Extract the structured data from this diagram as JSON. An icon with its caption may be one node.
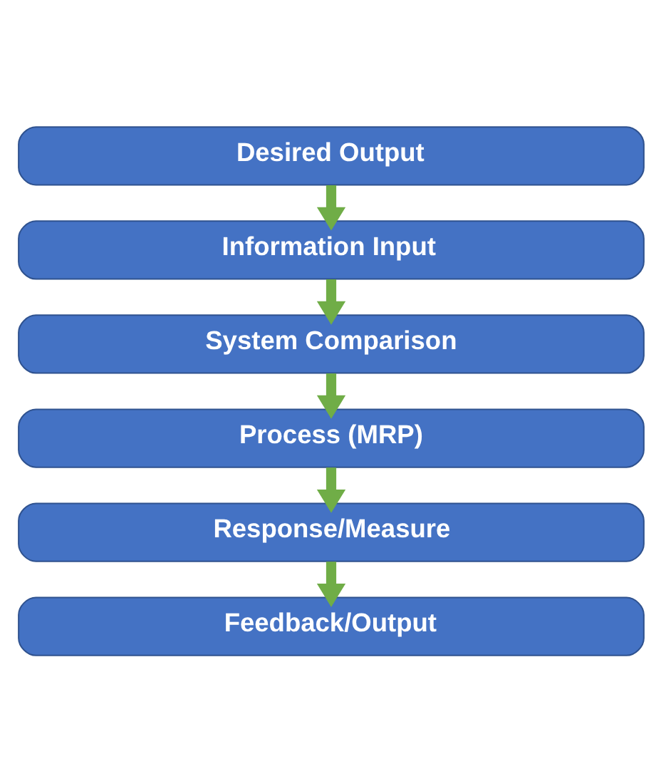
{
  "diagram": {
    "nodes": [
      {
        "text": [
          "Desired Output"
        ]
      },
      {
        "text": [
          "Information Input"
        ]
      },
      {
        "text": [
          "System Comparison"
        ]
      },
      {
        "text": [
          "Process (MRP)"
        ]
      },
      {
        "text": [
          "Response/Measure"
        ]
      },
      {
        "text": [
          "Feedback/Output"
        ]
      }
    ],
    "edges": [
      {
        "from": 0,
        "to": 1,
        "arrow": "to"
      },
      {
        "from": 1,
        "to": 2,
        "arrow": "to"
      },
      {
        "from": 2,
        "to": 3,
        "arrow": "to"
      },
      {
        "from": 3,
        "to": 4,
        "arrow": "to"
      },
      {
        "from": 4,
        "to": 5,
        "arrow": "to"
      }
    ]
  }
}
